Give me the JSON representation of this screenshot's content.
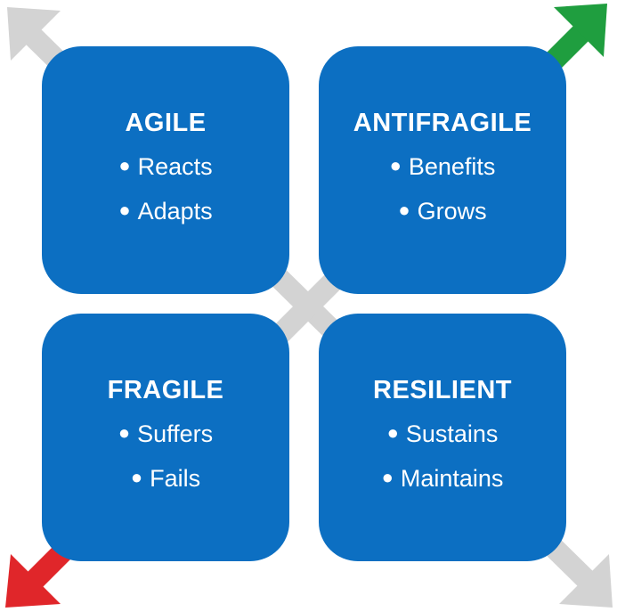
{
  "colors": {
    "box": "#0c6fc2",
    "arrow_neutral": "#d3d3d3",
    "arrow_up": "#1f9e3f",
    "arrow_down": "#e0262a"
  },
  "quadrants": [
    {
      "title": "AGILE",
      "items": [
        "Reacts",
        "Adapts"
      ]
    },
    {
      "title": "ANTIFRAGILE",
      "items": [
        "Benefits",
        "Grows"
      ]
    },
    {
      "title": "FRAGILE",
      "items": [
        "Suffers",
        "Fails"
      ]
    },
    {
      "title": "RESILIENT",
      "items": [
        "Sustains",
        "Maintains"
      ]
    }
  ],
  "arrows": [
    {
      "name": "arrow-top-left",
      "color": "arrow_neutral"
    },
    {
      "name": "arrow-top-right",
      "color": "arrow_up"
    },
    {
      "name": "arrow-bottom-left",
      "color": "arrow_down"
    },
    {
      "name": "arrow-bottom-right",
      "color": "arrow_neutral"
    }
  ]
}
